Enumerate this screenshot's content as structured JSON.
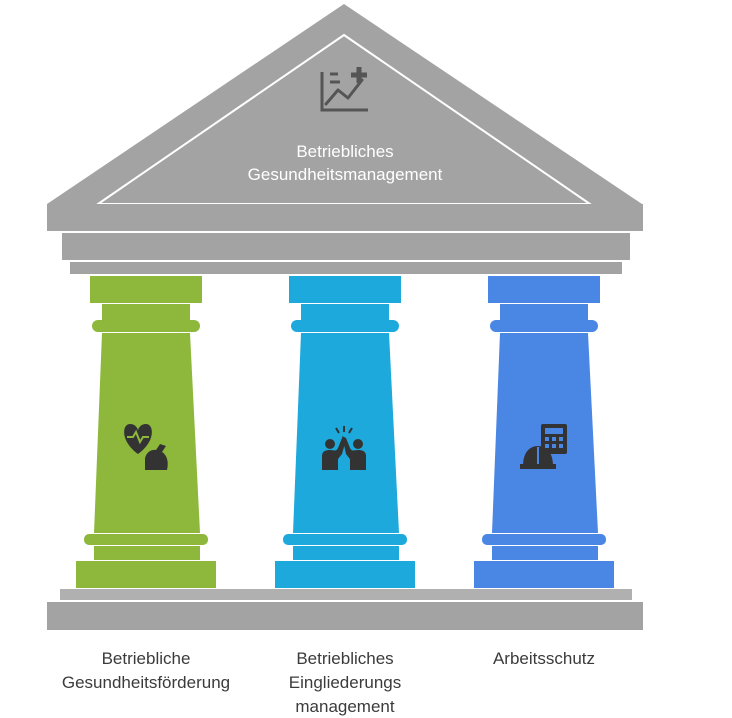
{
  "roof": {
    "title_lines": [
      "Betriebliches",
      "Gesundheitsmanagement"
    ],
    "icon": "chart-plus-icon"
  },
  "pillars": [
    {
      "caption_lines": [
        "Betriebliche",
        "Gesundheitsförderung"
      ],
      "color": "#8DB83C",
      "icon": "heart-flex-icon"
    },
    {
      "caption_lines": [
        "Betriebliches",
        "Eingliederungs",
        "management"
      ],
      "color": "#1EA9DC",
      "icon": "high-five-icon"
    },
    {
      "caption_lines": [
        "Arbeitsschutz"
      ],
      "color": "#4A86E4",
      "icon": "hardhat-calculator-icon"
    }
  ],
  "colors": {
    "structure": "#A3A3A3",
    "structure_light": "#B0B0B0",
    "text_dark": "#3b3b3b"
  }
}
